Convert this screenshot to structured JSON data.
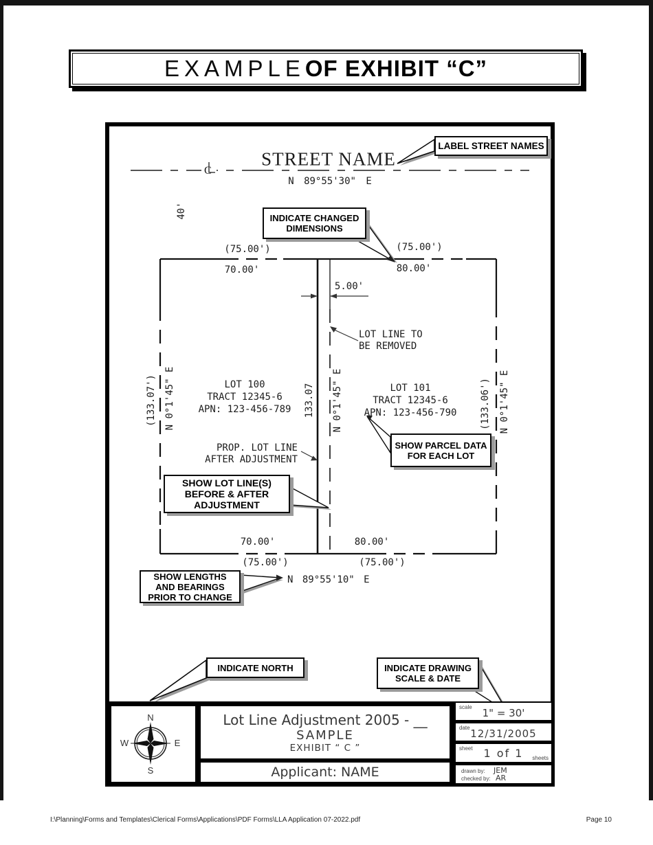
{
  "page_title": {
    "prefix": "EXAMPLE",
    "rest": " OF EXHIBIT “C”"
  },
  "footer": {
    "path": "I:\\Planning\\Forms and Templates\\Clerical Forms\\Applications\\PDF Forms\\LLA Application 07-2022.pdf",
    "page": "Page 10"
  },
  "street": {
    "name": "STREET NAME",
    "bearing": "N 89°55'30\" E",
    "width": "40'"
  },
  "icons": {
    "centerline_icon": "℄",
    "north_arrow_icon": "compass-rose"
  },
  "dimensions": {
    "top_left_record": "(75.00')",
    "top_left_new": "70.00'",
    "top_right_record": "(75.00')",
    "top_right_new": "80.00'",
    "offset": "5.00'",
    "bottom_left_new": "70.00'",
    "bottom_right_new": "80.00'",
    "bottom_left_record": "(75.00')",
    "bottom_right_record": "(75.00')",
    "bottom_bearing": "N 89°55'10\" E",
    "left_record": "(133.07')",
    "left_bearing": "N 0°1'45\" E",
    "middle_length": "133.07",
    "middle_bearing": "N 0°1'45\" E",
    "right_record": "(133.06')",
    "right_bearing": "N 0°1'45\" E"
  },
  "lots": {
    "lot100": {
      "name": "LOT 100",
      "tract": "TRACT 12345-6",
      "apn": "APN: 123-456-789"
    },
    "lot101": {
      "name": "LOT 101",
      "tract": "TRACT 12345-6",
      "apn": "APN: 123-456-790"
    }
  },
  "annotations": {
    "lot_line_removed": "LOT LINE TO\nBE REMOVED",
    "prop_lot_line": "PROP. LOT LINE\nAFTER ADJUSTMENT"
  },
  "callouts": {
    "label_street_names": "LABEL STREET NAMES",
    "indicate_changed_dimensions": "INDICATE CHANGED\nDIMENSIONS",
    "show_parcel_data": "SHOW PARCEL DATA\nFOR EACH LOT",
    "show_lot_lines": "SHOW LOT LINE(S)\nBEFORE & AFTER\nADJUSTMENT",
    "show_lengths": "SHOW LENGTHS\nAND BEARINGS\nPRIOR TO CHANGE",
    "indicate_north": "INDICATE NORTH",
    "indicate_scale_date": "INDICATE DRAWING\nSCALE & DATE"
  },
  "title_block": {
    "title_line1": "Lot Line Adjustment 2005 - __",
    "title_line2": "SAMPLE",
    "title_line3": "EXHIBIT “ C ”",
    "applicant": "Applicant: NAME",
    "scale_label": "scale",
    "scale_value": "1\" = 30'",
    "date_label": "date",
    "date_value": "12/31/2005",
    "sheet_label": "sheet",
    "sheet_value": "1 of 1",
    "sheets_label": "sheets",
    "drawn_by_label": "drawn by:",
    "drawn_by_value": "JEM",
    "checked_by_label": "checked by:",
    "checked_by_value": "AR",
    "compass": {
      "n": "N",
      "e": "E",
      "s": "S",
      "w": "W"
    }
  }
}
